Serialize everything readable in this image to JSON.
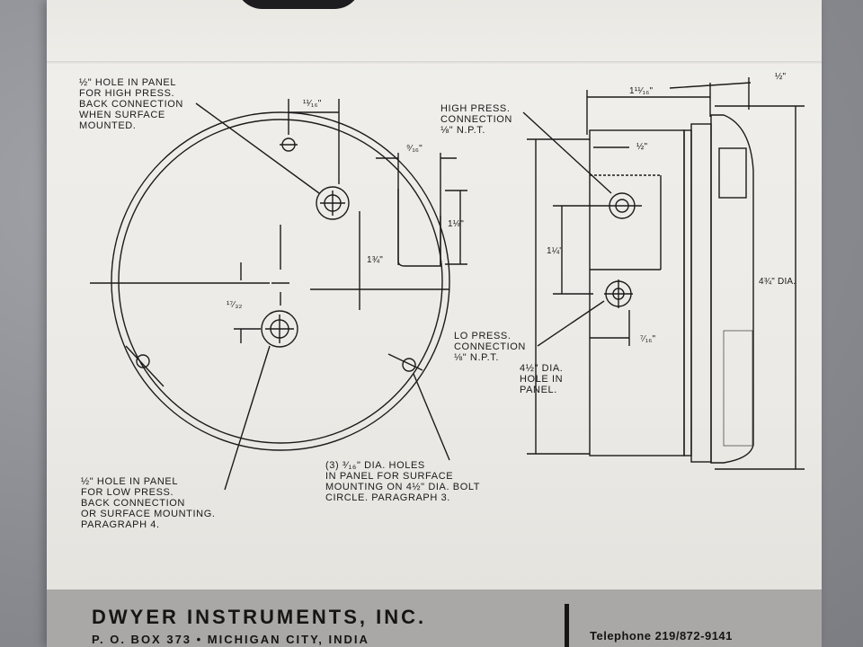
{
  "labels": {
    "high_hole": "½\" HOLE IN PANEL\nFOR HIGH PRESS.\nBACK CONNECTION\nWHEN SURFACE\nMOUNTED.",
    "low_hole": "½\" HOLE IN PANEL\nFOR LOW PRESS.\nBACK CONNECTION\nOR SURFACE MOUNTING.\nPARAGRAPH 4.",
    "bolt_holes": "(3) ³⁄₁₆\" DIA. HOLES\nIN PANEL FOR SURFACE\nMOUNTING ON 4½\" DIA. BOLT\nCIRCLE. PARAGRAPH 3.",
    "high_conn": "HIGH PRESS.\nCONNECTION\n⅛\" N.P.T.",
    "lo_conn": "LO PRESS.\nCONNECTION\n⅛\" N.P.T.",
    "panel_hole": "4½\" DIA.\nHOLE IN\nPANEL."
  },
  "dimensions": {
    "d_11_16": "¹¹⁄₁₆\"",
    "d_9_16": "⁹⁄₁₆\"",
    "d_1_1_8": "1⅛\"",
    "d_1_3_4": "1¾\"",
    "d_17_32": "¹⁷⁄₃₂",
    "d_1_11_16": "1¹¹⁄₁₆\"",
    "d_half_top": "½\"",
    "d_half_mid": "½\"",
    "d_1_1_4": "1¼\"",
    "d_7_16": "⁷⁄₁₆\"",
    "d_4_3_4": "4¾\" DIA."
  },
  "footer": {
    "company": "DWYER INSTRUMENTS, INC.",
    "address": "P. O. BOX 373 • MICHIGAN CITY, INDIA",
    "phone": "Telephone 219/872-9141"
  }
}
